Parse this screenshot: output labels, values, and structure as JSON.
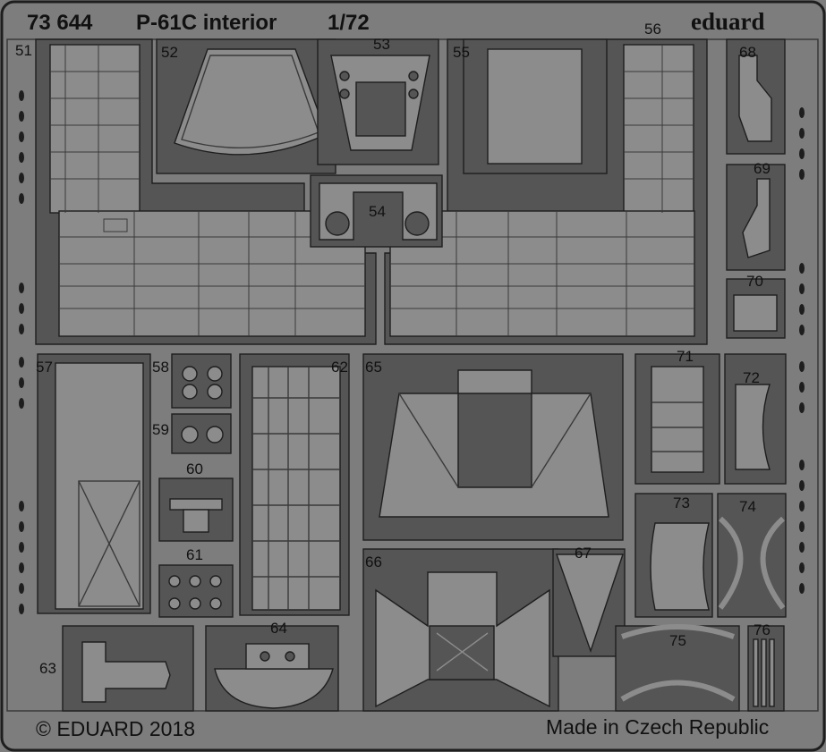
{
  "sheet": {
    "code": "73 644",
    "title": "P-61C interior",
    "scale": "1/72",
    "brand": "eduard",
    "copyright": "© EDUARD 2018",
    "origin": "Made in Czech Republic"
  },
  "parts": {
    "p51": "51",
    "p52": "52",
    "p53": "53",
    "p54": "54",
    "p55": "55",
    "p56": "56",
    "p57": "57",
    "p58": "58",
    "p59": "59",
    "p60": "60",
    "p61": "61",
    "p62": "62",
    "p63": "63",
    "p64": "64",
    "p65": "65",
    "p66": "66",
    "p67": "67",
    "p68": "68",
    "p69": "69",
    "p70": "70",
    "p71": "71",
    "p72": "72",
    "p73": "73",
    "p74": "74",
    "p75": "75",
    "p76": "76"
  },
  "colors": {
    "fret": "#7d7d7d",
    "recess": "#555555",
    "part": "#8c8c8c",
    "line": "#1e1e1e",
    "text": "#111111"
  }
}
